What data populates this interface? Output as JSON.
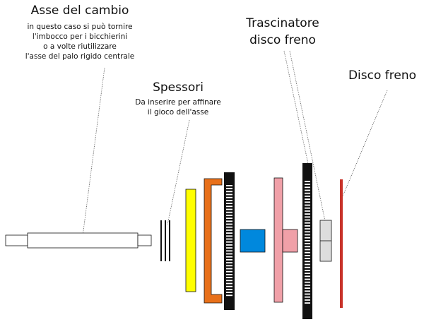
{
  "labels": {
    "axle": {
      "title": "Asse del cambio",
      "lines": [
        "in questo caso si può tornire",
        "l'imbocco per i bicchierini",
        "o a volte riutilizzare",
        "l'asse del palo rigido centrale"
      ]
    },
    "shims": {
      "title": "Spessori",
      "lines": [
        "Da inserire per affinare",
        "il gioco dell'asse"
      ]
    },
    "drive": {
      "title_line1": "Trascinatore",
      "title_line2": "disco freno"
    },
    "disc": {
      "title": "Disco freno"
    }
  },
  "colors": {
    "yellow": "#ffff00",
    "orange": "#e8701a",
    "black": "#111111",
    "blue": "#0088dd",
    "pink": "#f0a0a8",
    "light_gray": "#dddddd",
    "red": "#c8322a"
  }
}
